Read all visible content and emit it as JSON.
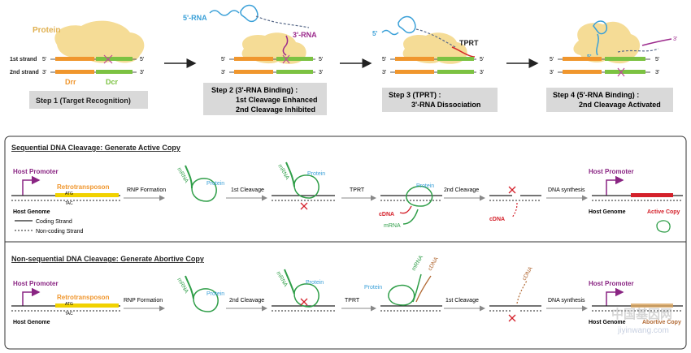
{
  "colors": {
    "protein": "#f5dc96",
    "drr": "#f0962d",
    "dcr": "#7cc242",
    "rna5": "#3aa0d8",
    "rna3": "#9c2a8c",
    "mrna": "#2f9e48",
    "cdna": "#d4202a",
    "promoter": "#8a2583",
    "retro": "#f1d200",
    "box_gray": "#d9d9d9",
    "tprt_red": "#d62a2a",
    "abortive_brown": "#b26a35"
  },
  "top": {
    "step1": {
      "protein_label": "Protein",
      "strand1_label": "1st strand",
      "strand2_label": "2nd strand",
      "five_prime": "5'",
      "three_prime": "3'",
      "drr_label": "Drr",
      "dcr_label": "Dcr",
      "caption": "Step 1 (Target Recognition)"
    },
    "step2": {
      "rna5_label": "5'-RNA",
      "rna3_label": "3'-RNA",
      "caption_line1": "Step 2 (3'-RNA Binding) :",
      "caption_line2": "1st Cleavage Enhanced",
      "caption_line3": "2nd Cleavage Inhibited"
    },
    "step3": {
      "tprt_label": "TPRT",
      "caption_line1": "Step 3 (TPRT) :",
      "caption_line2": "3'-RNA Dissociation"
    },
    "step4": {
      "caption_line1": "Step 4 (5'-RNA Binding) :",
      "caption_line2": "2nd Cleavage Activated"
    }
  },
  "sequential": {
    "title": "Sequential DNA Cleavage: Generate Active Copy",
    "host_promoter": "Host Promoter",
    "retrotransposon": "Retrotransposon",
    "atg": "ATG",
    "tac": "TAC",
    "host_genome": "Host Genome",
    "legend_coding": "Coding Strand",
    "legend_noncoding": "Non-coding Strand",
    "rnp_formation": "RNP Formation",
    "mrna": "mRNA",
    "protein": "Protein",
    "first_cleavage": "1st Cleavage",
    "tprt": "TPRT",
    "cdna": "cDNA",
    "second_cleavage": "2nd Cleavage",
    "dna_synthesis": "DNA synthesis",
    "active_copy": "Active Copy"
  },
  "nonsequential": {
    "title": "Non-sequential DNA Cleavage: Generate Abortive Copy",
    "host_promoter": "Host Promoter",
    "retrotransposon": "Retrotransposon",
    "atg": "ATG",
    "tac": "TAC",
    "host_genome": "Host Genome",
    "rnp_formation": "RNP Formation",
    "mrna": "mRNA",
    "protein": "Protein",
    "second_cleavage": "2nd Cleavage",
    "tprt": "TPRT",
    "cdna": "cDNA",
    "first_cleavage": "1st Cleavage",
    "dna_synthesis": "DNA synthesis",
    "abortive_copy": "Abortive Copy"
  },
  "watermark": {
    "line1": "中国基因网",
    "line2": "jiyinwang.com"
  }
}
